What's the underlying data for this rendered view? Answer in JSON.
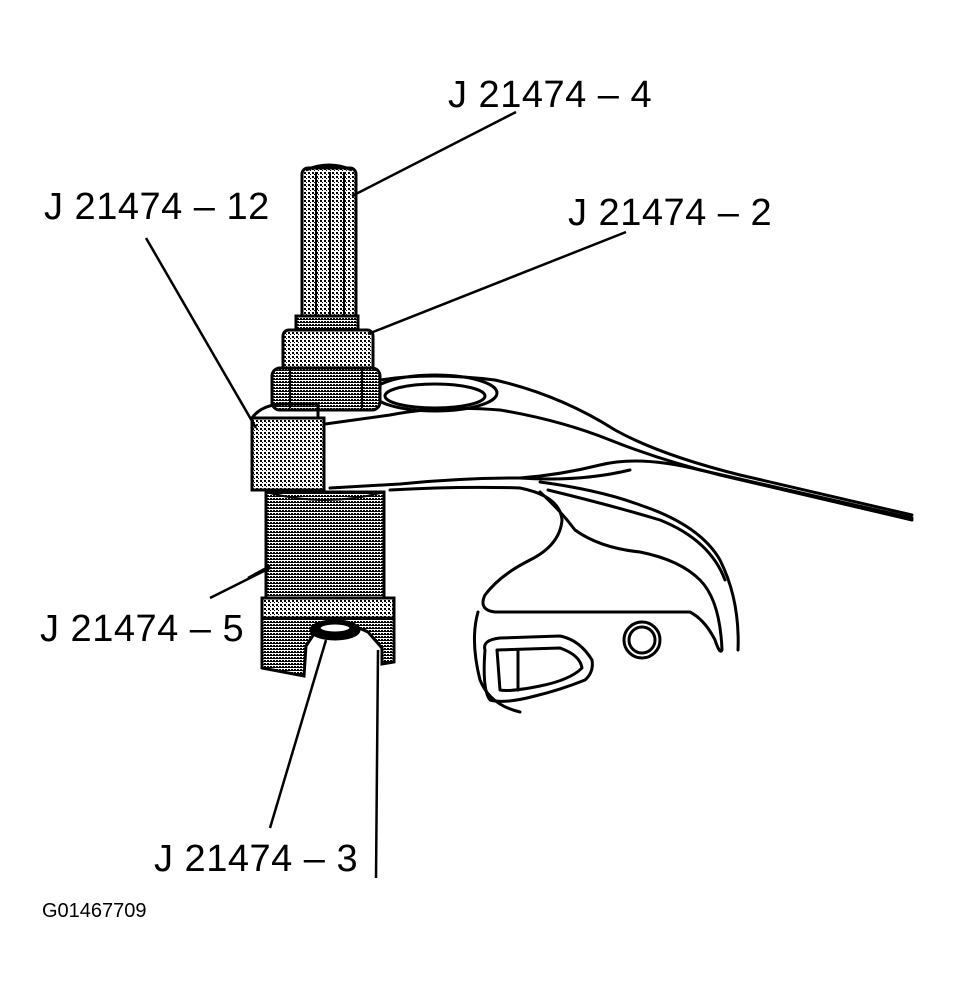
{
  "figure": {
    "id_label": "G01467709",
    "callouts": {
      "tool_4": "J 21474 – 4",
      "tool_12": "J 21474 – 12",
      "tool_2": "J 21474 – 2",
      "tool_5": "J 21474 – 5",
      "tool_3": "J 21474 – 3"
    }
  }
}
